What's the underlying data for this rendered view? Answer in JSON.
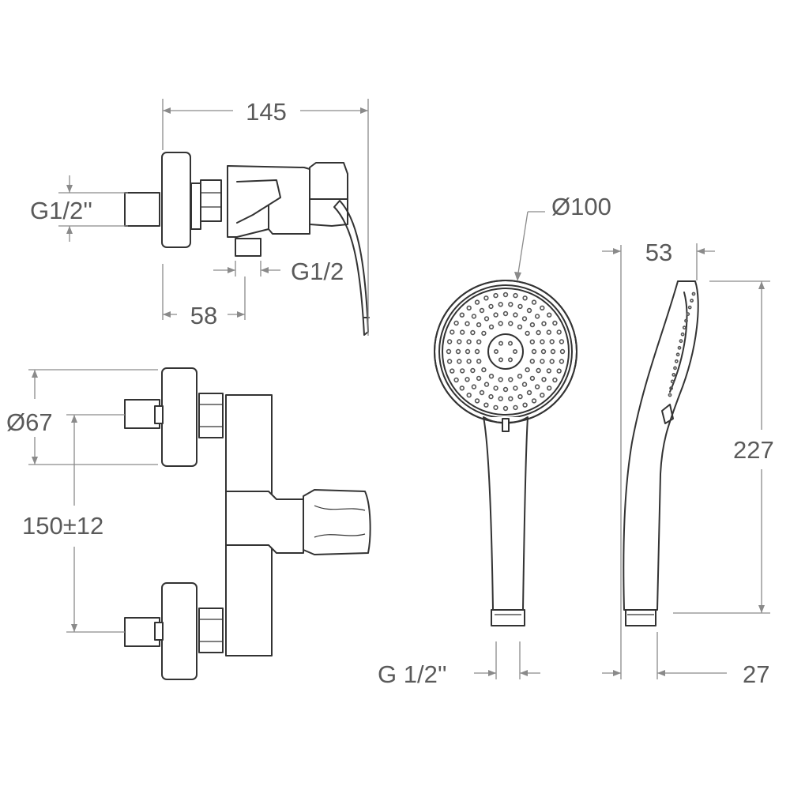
{
  "dimensions": {
    "mixer_width": "145",
    "inlet_thread": "G1/2''",
    "outlet_thread": "G1/2",
    "outlet_offset": "58",
    "escutcheon_diameter": "Ø67",
    "inlet_spacing": "150±12",
    "head_diameter": "Ø100",
    "handle_thread": "G 1/2''",
    "head_depth": "53",
    "shower_length": "227",
    "handle_depth": "27"
  },
  "colors": {
    "line": "#333333",
    "dimension_line": "#8a8a8a",
    "text": "#5a5a5a"
  }
}
